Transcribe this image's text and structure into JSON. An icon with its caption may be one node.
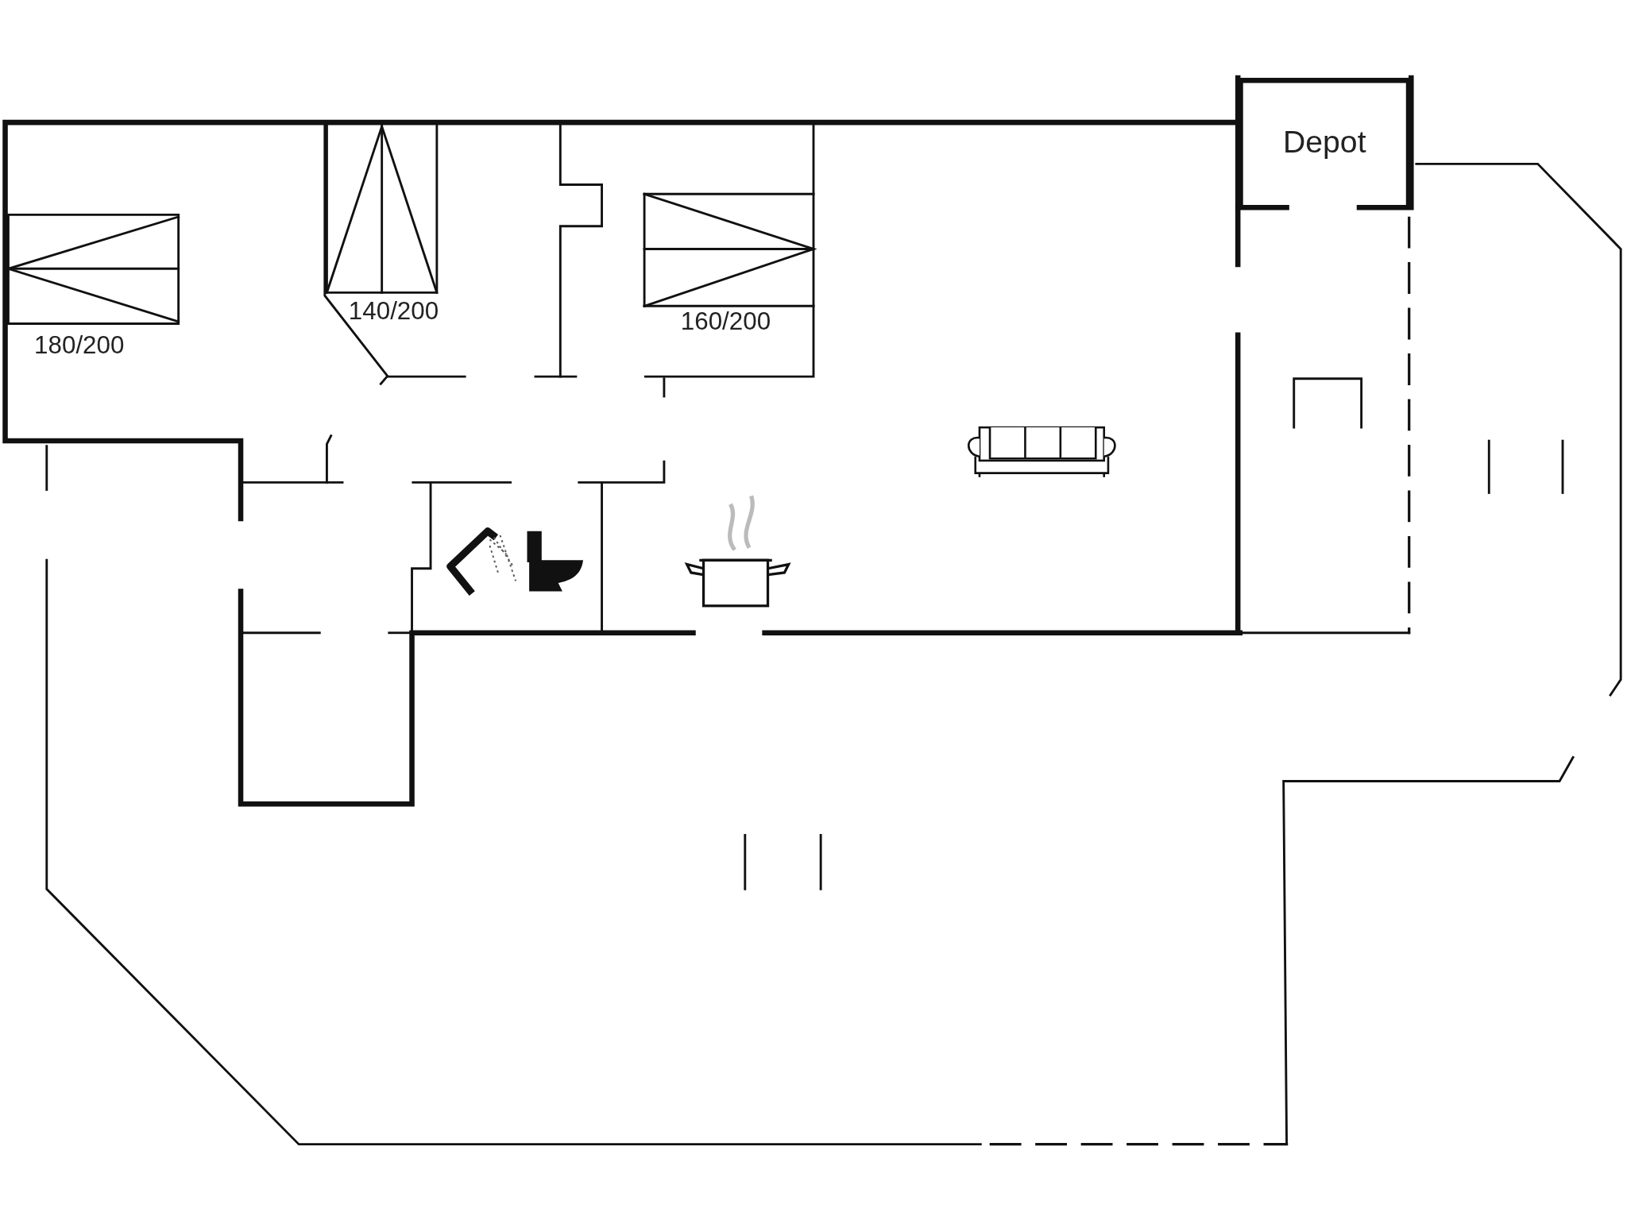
{
  "diagram": {
    "nodes": [
      {
        "text": [
          "Depot"
        ]
      }
    ],
    "labels": [
      "140/200",
      "160/200",
      "180/200"
    ]
  }
}
